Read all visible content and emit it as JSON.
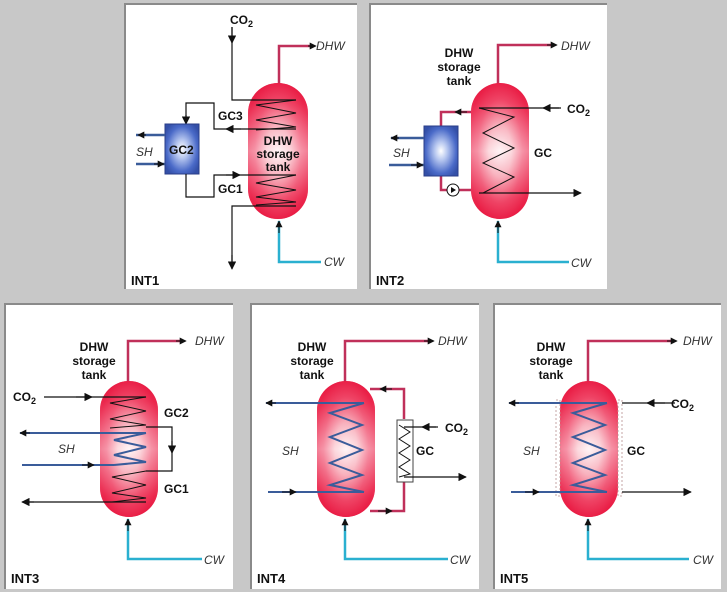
{
  "colors": {
    "background": "#c8c8c8",
    "panel": "#ffffff",
    "tank_red": "#e8163f",
    "dhw_pipe": "#c0305a",
    "cw_pipe": "#2ab0d0",
    "sh_pipe": "#3a5c9a",
    "co2_line": "#111111",
    "gc_box_blue": "#3a5ab8"
  },
  "panels": [
    {
      "id": "INT1",
      "title": "INT1",
      "tank_label": [
        "DHW",
        "storage",
        "tank"
      ],
      "co2": "CO",
      "co2_sub": "2",
      "dhw": "DHW",
      "cw": "CW",
      "sh": "SH",
      "gc_labels": [
        "GC3",
        "GC2",
        "GC1"
      ]
    },
    {
      "id": "INT2",
      "title": "INT2",
      "tank_label": [
        "DHW",
        "storage",
        "tank"
      ],
      "co2": "CO",
      "co2_sub": "2",
      "dhw": "DHW",
      "cw": "CW",
      "sh": "SH",
      "gc_labels": [
        "GC"
      ]
    },
    {
      "id": "INT3",
      "title": "INT3",
      "tank_label": [
        "DHW",
        "storage",
        "tank"
      ],
      "co2": "CO",
      "co2_sub": "2",
      "dhw": "DHW",
      "cw": "CW",
      "sh": "SH",
      "gc_labels": [
        "GC2",
        "GC1"
      ]
    },
    {
      "id": "INT4",
      "title": "INT4",
      "tank_label": [
        "DHW",
        "storage",
        "tank"
      ],
      "co2": "CO",
      "co2_sub": "2",
      "dhw": "DHW",
      "cw": "CW",
      "sh": "SH",
      "gc_labels": [
        "GC"
      ]
    },
    {
      "id": "INT5",
      "title": "INT5",
      "tank_label": [
        "DHW",
        "storage",
        "tank"
      ],
      "co2": "CO",
      "co2_sub": "2",
      "dhw": "DHW",
      "cw": "CW",
      "sh": "SH",
      "gc_labels": [
        "GC"
      ]
    }
  ]
}
